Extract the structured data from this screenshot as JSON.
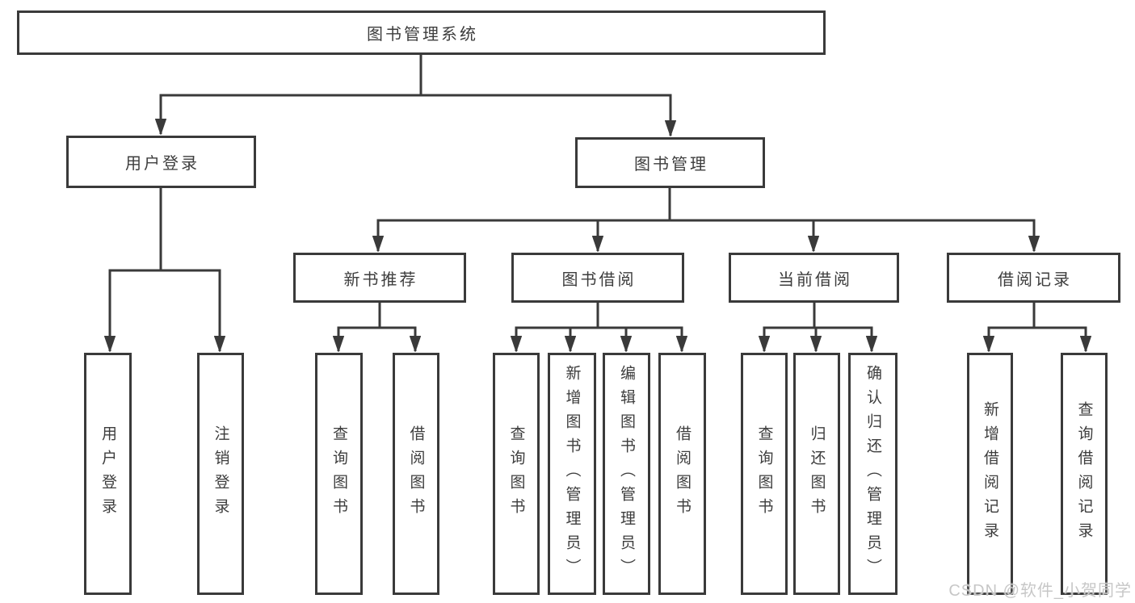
{
  "diagram": {
    "root": {
      "label": "图书管理系统"
    },
    "level1": [
      {
        "label": "用户登录"
      },
      {
        "label": "图书管理"
      }
    ],
    "level2": [
      {
        "label": "新书推荐"
      },
      {
        "label": "图书借阅"
      },
      {
        "label": "当前借阅"
      },
      {
        "label": "借阅记录"
      }
    ],
    "level3": [
      {
        "label": "用户登录"
      },
      {
        "label": "注销登录"
      },
      {
        "label": "查询图书"
      },
      {
        "label": "借阅图书"
      },
      {
        "label": "查询图书"
      },
      {
        "label": "新增图书（管理员）"
      },
      {
        "label": "编辑图书（管理员）"
      },
      {
        "label": "借阅图书"
      },
      {
        "label": "查询图书"
      },
      {
        "label": "归还图书"
      },
      {
        "label": "确认归还（管理员）"
      },
      {
        "label": "新增借阅记录"
      },
      {
        "label": "查询借阅记录"
      }
    ]
  },
  "watermark": "CSDN @软件_小贺同学",
  "colors": {
    "line": "#3a3a3a",
    "box_border": "#3a3a3a",
    "box_background": "#ffffff",
    "text": "#3d3d3d",
    "watermark": "#c7c7c7"
  }
}
